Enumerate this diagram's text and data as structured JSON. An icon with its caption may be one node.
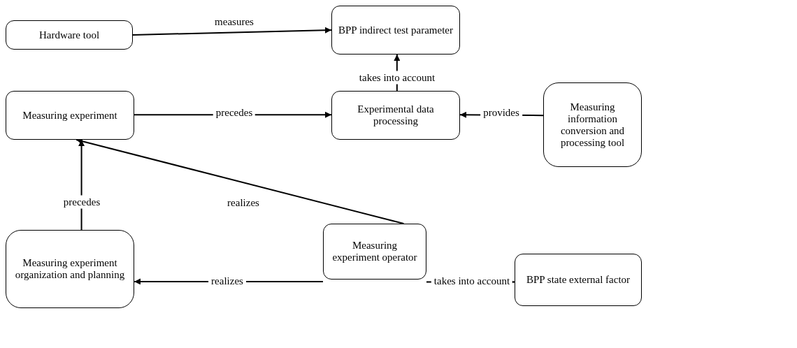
{
  "diagram": {
    "nodes": [
      {
        "text": [
          "Hardware tool"
        ]
      },
      {
        "text": [
          "BPP indirect test parameter"
        ]
      },
      {
        "text": [
          "Measuring experiment"
        ]
      },
      {
        "text": [
          "Experimental data processing"
        ]
      },
      {
        "text": [
          "Measuring information conversion and processing tool"
        ]
      },
      {
        "text": [
          "Measuring experiment organization and planning"
        ]
      },
      {
        "text": [
          "Measuring experiment operator"
        ]
      },
      {
        "text": [
          "BPP state external factor"
        ]
      }
    ],
    "edges": [
      {
        "from": 0,
        "to": 1,
        "arrow": "to",
        "label": "measures"
      },
      {
        "from": 3,
        "to": 1,
        "arrow": "to",
        "label": "takes into account"
      },
      {
        "from": 2,
        "to": 3,
        "arrow": "to",
        "label": "precedes"
      },
      {
        "from": 4,
        "to": 3,
        "arrow": "to",
        "label": "provides"
      },
      {
        "from": 5,
        "to": 2,
        "arrow": "to",
        "label": "precedes"
      },
      {
        "from": 6,
        "to": 2,
        "arrow": "to",
        "label": "realizes"
      },
      {
        "from": 6,
        "to": 5,
        "arrow": "to",
        "label": "realizes"
      },
      {
        "from": 6,
        "to": 7,
        "arrow": "to",
        "label": "takes into account"
      }
    ]
  }
}
